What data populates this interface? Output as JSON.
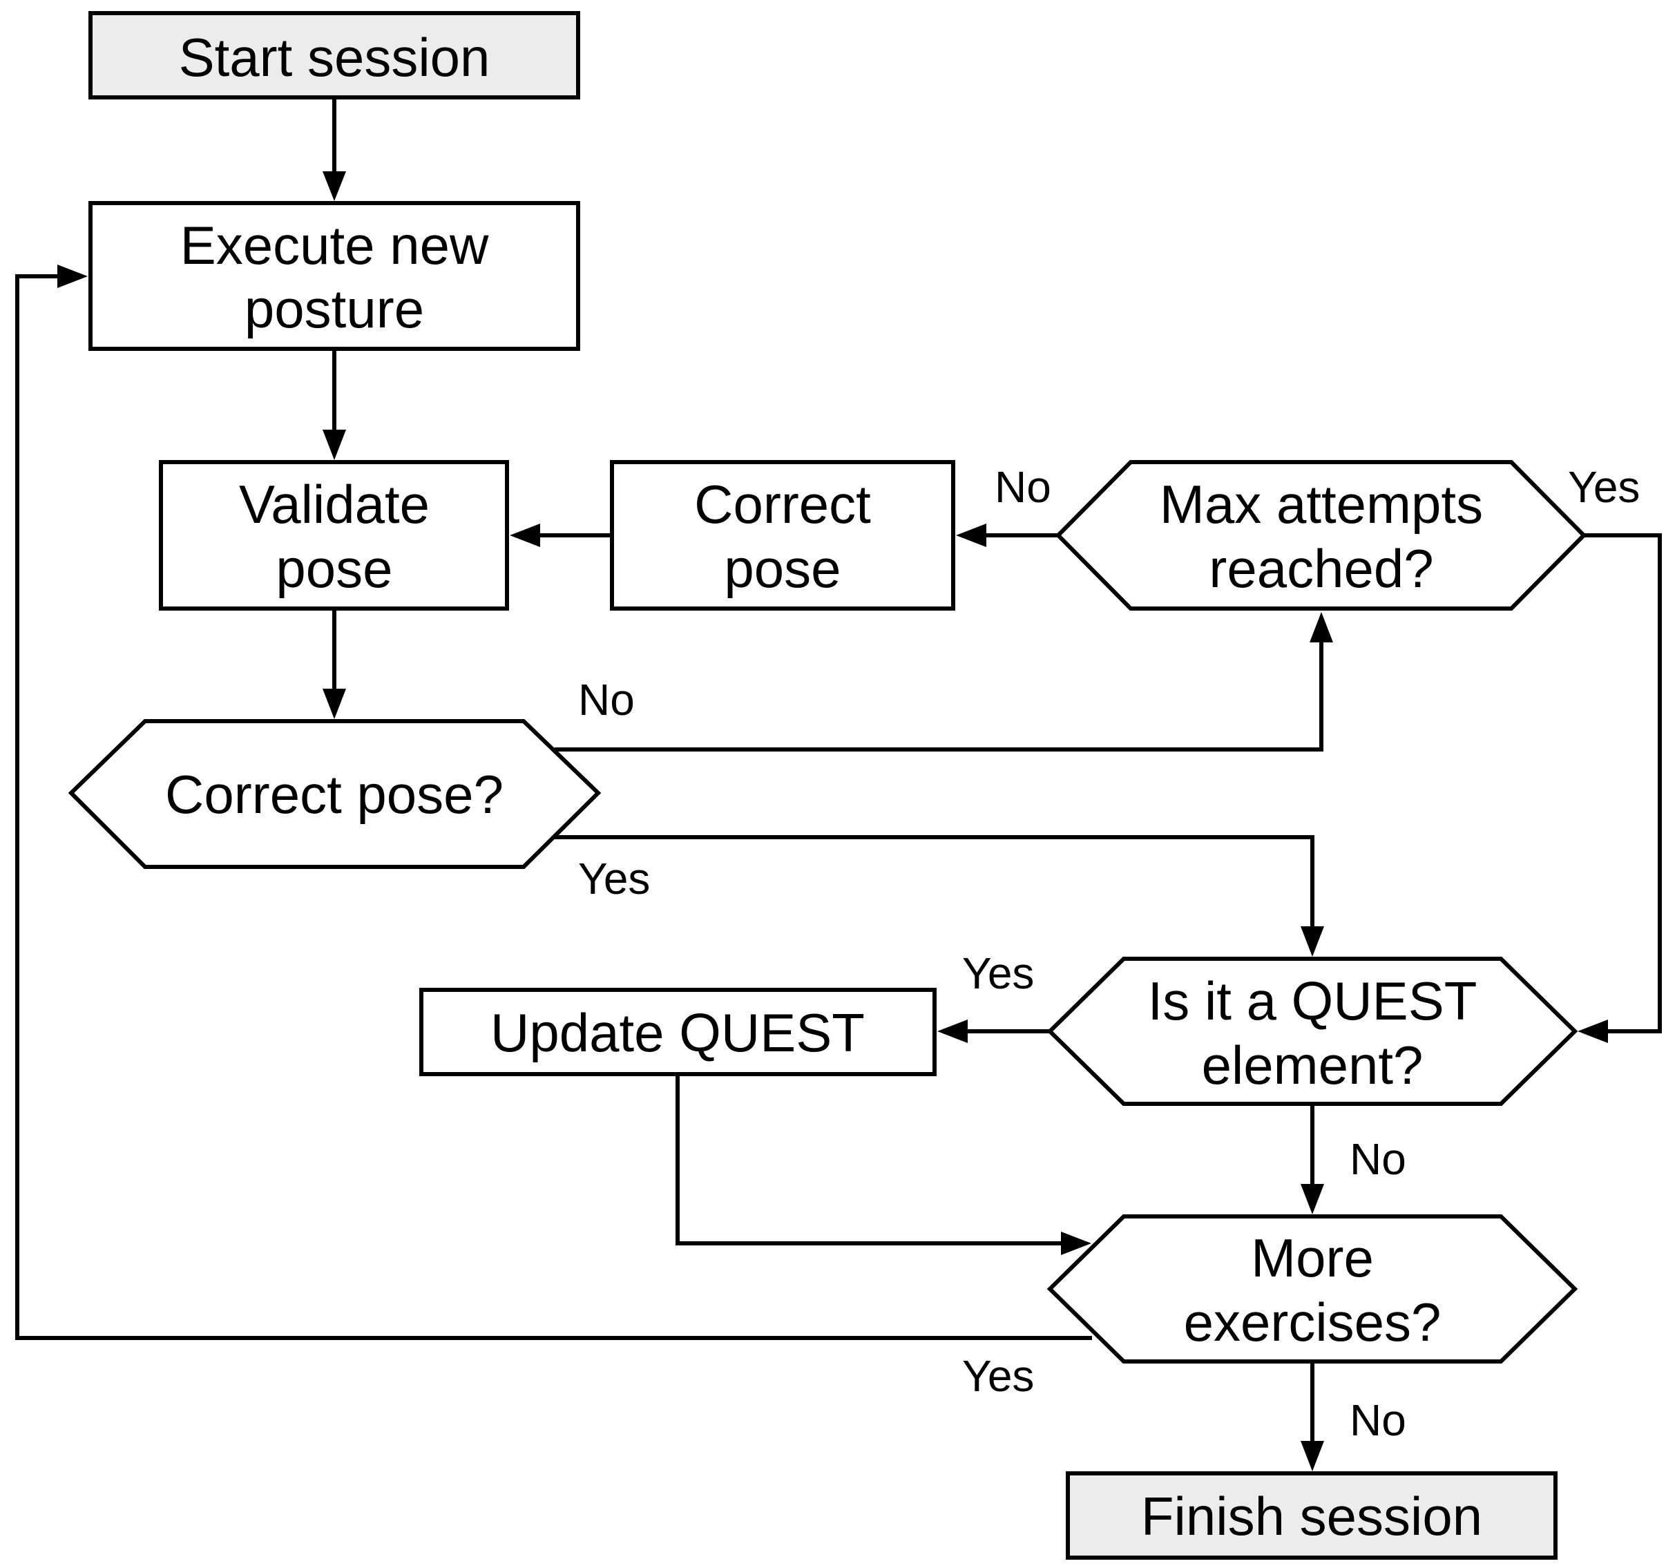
{
  "colors": {
    "line": "#000000",
    "terminal_fill": "#ececec",
    "node_fill": "#ffffff",
    "background": "#ffffff"
  },
  "nodes": {
    "start": {
      "line1": "Start session"
    },
    "execute": {
      "line1": "Execute new",
      "line2": "posture"
    },
    "validate": {
      "line1": "Validate",
      "line2": "pose"
    },
    "correct_action": {
      "line1": "Correct",
      "line2": "pose"
    },
    "max_attempts": {
      "line1": "Max attempts",
      "line2": "reached?"
    },
    "correct_q": {
      "line1": "Correct pose?"
    },
    "is_quest": {
      "line1": "Is it a QUEST",
      "line2": "element?"
    },
    "update_quest": {
      "line1": "Update QUEST"
    },
    "more_exercises": {
      "line1": "More",
      "line2": "exercises?"
    },
    "finish": {
      "line1": "Finish session"
    }
  },
  "edge_labels": {
    "max_no": "No",
    "max_yes": "Yes",
    "correct_no": "No",
    "correct_yes": "Yes",
    "quest_yes": "Yes",
    "quest_no": "No",
    "more_yes": "Yes",
    "more_no": "No"
  }
}
